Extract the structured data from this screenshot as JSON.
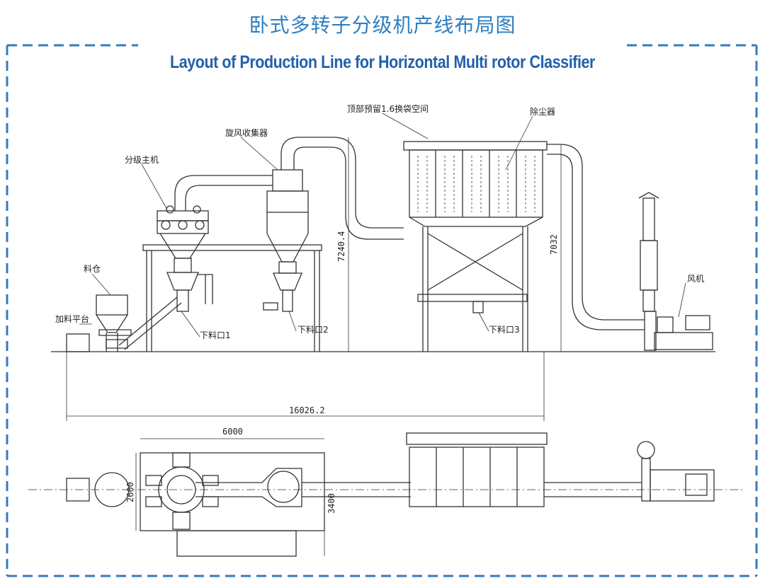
{
  "title_cn": "卧式多转子分级机产线布局图",
  "title_en": "Layout of Production Line for Horizontal Multi rotor Classifier",
  "colors": {
    "frame_dash": "#3a78c0",
    "title_cn": "#2f7fc1",
    "title_en": "#2160ad",
    "line": "#333333"
  },
  "labels": {
    "top_space": "顶部预留1.6换袋空间",
    "dust_collector": "除尘器",
    "cyclone": "旋风收集器",
    "classifier": "分级主机",
    "hopper": "料仓",
    "platform": "加料平台",
    "outlet1": "下料口1",
    "outlet2": "下料口2",
    "outlet3": "下料口3",
    "fan": "风机"
  },
  "dimensions": {
    "height_cyclone": "7240.4",
    "height_dust": "7032",
    "total_length": "16026.2",
    "plan_width": "6000",
    "plan_depth_inner": "2600",
    "plan_depth_outer": "3400"
  }
}
